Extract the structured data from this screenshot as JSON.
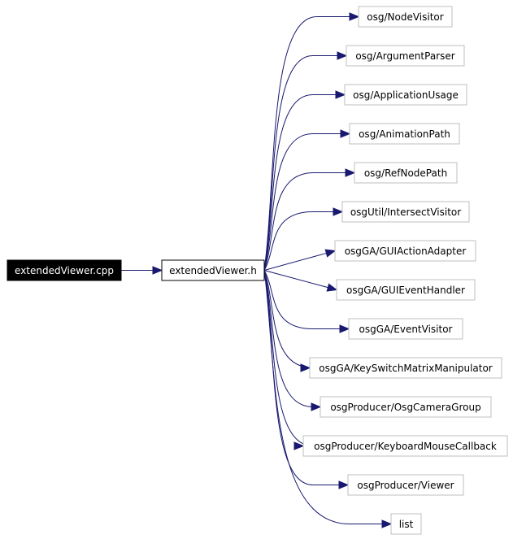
{
  "colors": {
    "edge": "#191970",
    "node_border": "#bfbfbf",
    "root_fill": "#000000",
    "root_text": "#ffffff",
    "node_text": "#000000"
  },
  "root": {
    "label": "extendedViewer.cpp"
  },
  "header": {
    "label": "extendedViewer.h"
  },
  "includes": [
    {
      "label": "osg/NodeVisitor"
    },
    {
      "label": "osg/ArgumentParser"
    },
    {
      "label": "osg/ApplicationUsage"
    },
    {
      "label": "osg/AnimationPath"
    },
    {
      "label": "osg/RefNodePath"
    },
    {
      "label": "osgUtil/IntersectVisitor"
    },
    {
      "label": "osgGA/GUIActionAdapter"
    },
    {
      "label": "osgGA/GUIEventHandler"
    },
    {
      "label": "osgGA/EventVisitor"
    },
    {
      "label": "osgGA/KeySwitchMatrixManipulator"
    },
    {
      "label": "osgProducer/OsgCameraGroup"
    },
    {
      "label": "osgProducer/KeyboardMouseCallback"
    },
    {
      "label": "osgProducer/Viewer"
    },
    {
      "label": "list"
    }
  ]
}
